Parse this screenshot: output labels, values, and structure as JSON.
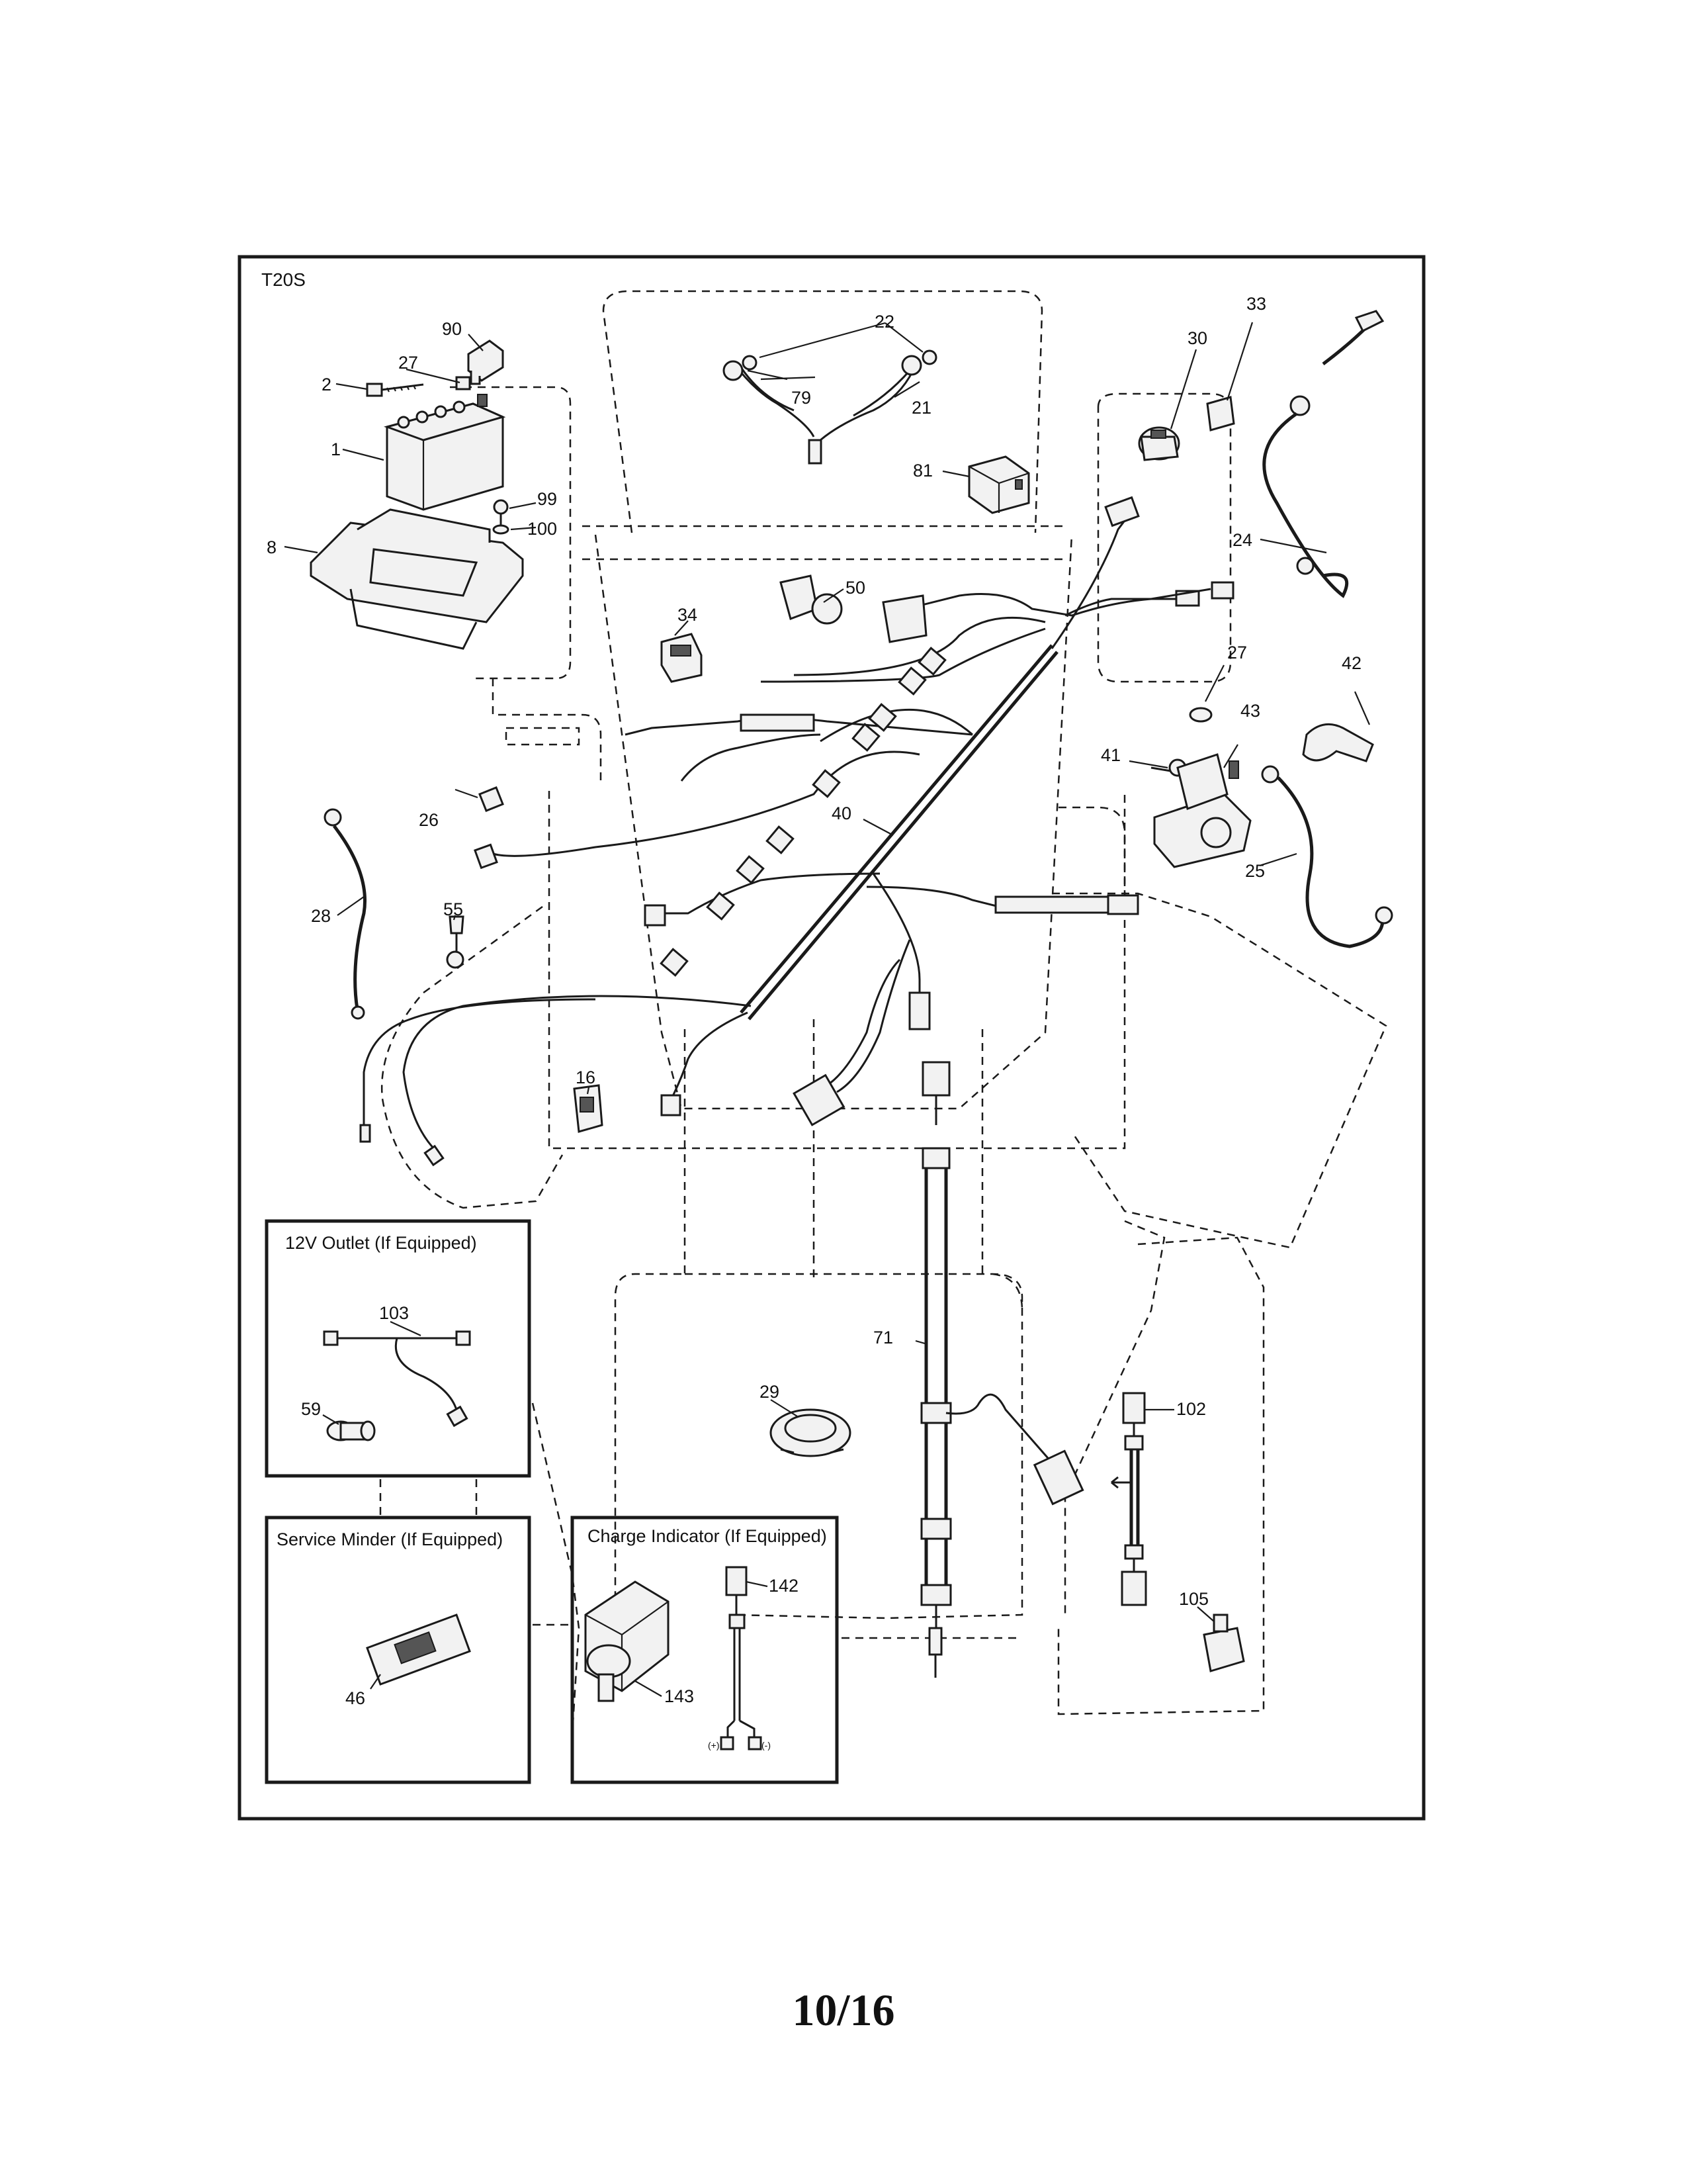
{
  "diagram": {
    "model": "T20S",
    "insets": {
      "outlet": {
        "title": "12V Outlet (If Equipped)"
      },
      "service_minder": {
        "title": "Service Minder (If Equipped)"
      },
      "charge_indicator": {
        "title": "Charge Indicator (If Equipped)",
        "plus_label": "(+)",
        "minus_label": "(-)"
      }
    },
    "callouts": {
      "c1": "1",
      "c2": "2",
      "c8": "8",
      "c16": "16",
      "c21": "21",
      "c22": "22",
      "c24": "24",
      "c25": "25",
      "c26": "26",
      "c27a": "27",
      "c27b": "27",
      "c28": "28",
      "c29": "29",
      "c30": "30",
      "c33": "33",
      "c34": "34",
      "c40": "40",
      "c41": "41",
      "c42": "42",
      "c43": "43",
      "c46": "46",
      "c50": "50",
      "c55": "55",
      "c59": "59",
      "c71": "71",
      "c79": "79",
      "c81": "81",
      "c90": "90",
      "c99": "99",
      "c100": "100",
      "c102": "102",
      "c103": "103",
      "c105": "105",
      "c142": "142",
      "c143": "143"
    }
  },
  "page": {
    "number": "10/16"
  }
}
